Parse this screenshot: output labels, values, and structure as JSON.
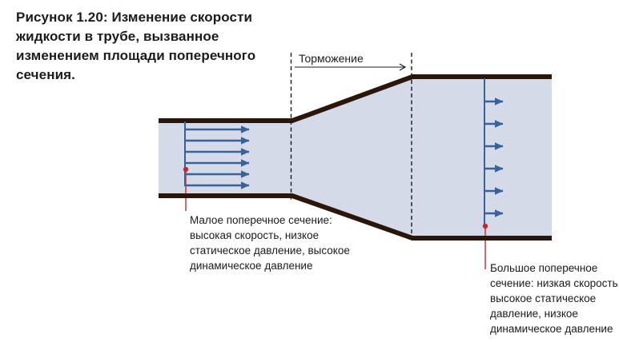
{
  "figure_caption": {
    "lines": [
      "Рисунок 1.20: Изменение скорости",
      "жидкости в трубе, вызванное",
      "изменением площади поперечного",
      "сечения."
    ]
  },
  "diagram": {
    "deceleration_label": "Торможение",
    "small_section_annotation": {
      "lines": [
        "Малое поперечное сечение:",
        "высокая скорость, низкое",
        "статическое давление, высокое",
        "динамическое давление"
      ]
    },
    "large_section_annotation": {
      "lines": [
        "Большое поперечное",
        "сечение: низкая скорость,",
        "высокое статическое",
        "давление, низкое",
        "динамическое давление"
      ]
    },
    "colors": {
      "pipe_fill": "#d4dae8",
      "pipe_wall": "#2b160b",
      "flow_arrow_blue": "#38639a",
      "leader_line_red": "#c4292e",
      "text": "#1b1b1b"
    }
  }
}
